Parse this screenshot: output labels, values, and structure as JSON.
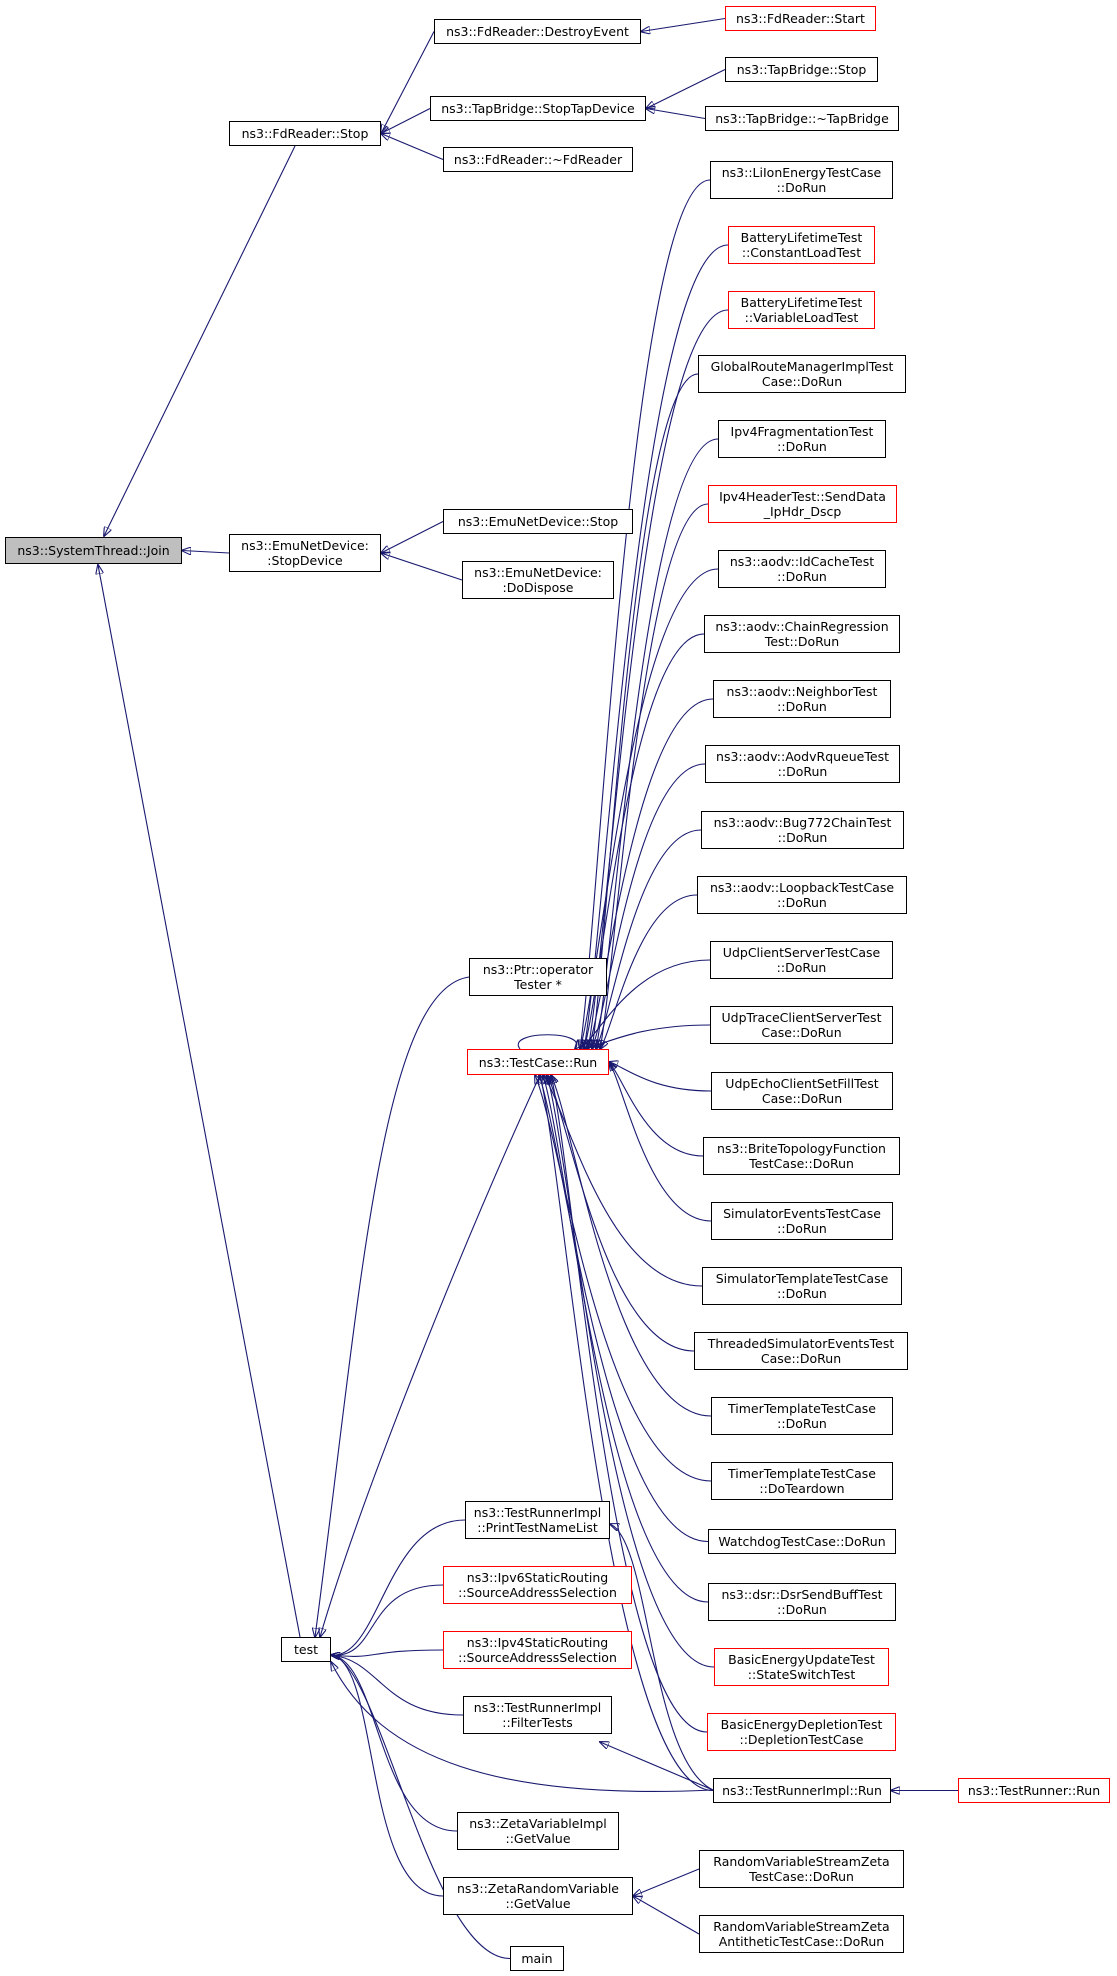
{
  "colors": {
    "edge": "#191970",
    "root_fill": "#bfbfbf",
    "normal_border": "#000000",
    "red_border": "#ff0000"
  },
  "nodes": {
    "root": {
      "l1": "ns3::SystemThread::Join",
      "style": "root"
    },
    "fdstop": {
      "l1": "ns3::FdReader::Stop",
      "style": "normal"
    },
    "destroyevt": {
      "l1": "ns3::FdReader::DestroyEvent",
      "style": "normal"
    },
    "fdstart": {
      "l1": "ns3::FdReader::Start",
      "style": "red"
    },
    "tapstopdev": {
      "l1": "ns3::TapBridge::StopTapDevice",
      "style": "normal"
    },
    "tapstop": {
      "l1": "ns3::TapBridge::Stop",
      "style": "normal"
    },
    "tapdtor": {
      "l1": "ns3::TapBridge::~TapBridge",
      "style": "normal"
    },
    "fddtor": {
      "l1": "ns3::FdReader::~FdReader",
      "style": "normal"
    },
    "emustopdev": {
      "l1": "ns3::EmuNetDevice:",
      "l2": ":StopDevice",
      "style": "normal"
    },
    "emustop": {
      "l1": "ns3::EmuNetDevice::Stop",
      "style": "normal"
    },
    "emudispose": {
      "l1": "ns3::EmuNetDevice:",
      "l2": ":DoDispose",
      "style": "normal"
    },
    "test": {
      "l1": "test",
      "style": "normal"
    },
    "ptrop": {
      "l1": "ns3::Ptr::operator",
      "l2": "Tester *",
      "style": "normal"
    },
    "tcrun": {
      "l1": "ns3::TestCase::Run",
      "style": "red"
    },
    "liion": {
      "l1": "ns3::LiIonEnergyTestCase",
      "l2": "::DoRun",
      "style": "normal"
    },
    "battconst": {
      "l1": "BatteryLifetimeTest",
      "l2": "::ConstantLoadTest",
      "style": "red"
    },
    "battvar": {
      "l1": "BatteryLifetimeTest",
      "l2": "::VariableLoadTest",
      "style": "red"
    },
    "globalroute": {
      "l1": "GlobalRouteManagerImplTest",
      "l2": "Case::DoRun",
      "style": "normal"
    },
    "ipv4frag": {
      "l1": "Ipv4FragmentationTest",
      "l2": "::DoRun",
      "style": "normal"
    },
    "ipv4hdr": {
      "l1": "Ipv4HeaderTest::SendData",
      "l2": "_IpHdr_Dscp",
      "style": "red"
    },
    "idcache": {
      "l1": "ns3::aodv::IdCacheTest",
      "l2": "::DoRun",
      "style": "normal"
    },
    "chainreg": {
      "l1": "ns3::aodv::ChainRegression",
      "l2": "Test::DoRun",
      "style": "normal"
    },
    "neighbor": {
      "l1": "ns3::aodv::NeighborTest",
      "l2": "::DoRun",
      "style": "normal"
    },
    "rqueue": {
      "l1": "ns3::aodv::AodvRqueueTest",
      "l2": "::DoRun",
      "style": "normal"
    },
    "bug772": {
      "l1": "ns3::aodv::Bug772ChainTest",
      "l2": "::DoRun",
      "style": "normal"
    },
    "loopback": {
      "l1": "ns3::aodv::LoopbackTestCase",
      "l2": "::DoRun",
      "style": "normal"
    },
    "udpcs": {
      "l1": "UdpClientServerTestCase",
      "l2": "::DoRun",
      "style": "normal"
    },
    "udptrace": {
      "l1": "UdpTraceClientServerTest",
      "l2": "Case::DoRun",
      "style": "normal"
    },
    "udpecho": {
      "l1": "UdpEchoClientSetFillTest",
      "l2": "Case::DoRun",
      "style": "normal"
    },
    "brite": {
      "l1": "ns3::BriteTopologyFunction",
      "l2": "TestCase::DoRun",
      "style": "normal"
    },
    "simevents": {
      "l1": "SimulatorEventsTestCase",
      "l2": "::DoRun",
      "style": "normal"
    },
    "simtemplate": {
      "l1": "SimulatorTemplateTestCase",
      "l2": "::DoRun",
      "style": "normal"
    },
    "threaded": {
      "l1": "ThreadedSimulatorEventsTest",
      "l2": "Case::DoRun",
      "style": "normal"
    },
    "timerrun": {
      "l1": "TimerTemplateTestCase",
      "l2": "::DoRun",
      "style": "normal"
    },
    "timerteardown": {
      "l1": "TimerTemplateTestCase",
      "l2": "::DoTeardown",
      "style": "normal"
    },
    "watchdog": {
      "l1": "WatchdogTestCase::DoRun",
      "style": "normal"
    },
    "dsr": {
      "l1": "ns3::dsr::DsrSendBuffTest",
      "l2": "::DoRun",
      "style": "normal"
    },
    "basicupdate": {
      "l1": "BasicEnergyUpdateTest",
      "l2": "::StateSwitchTest",
      "style": "red"
    },
    "basicdepletion": {
      "l1": "BasicEnergyDepletionTest",
      "l2": "::DepletionTestCase",
      "style": "red"
    },
    "printlist": {
      "l1": "ns3::TestRunnerImpl",
      "l2": "::PrintTestNameList",
      "style": "normal"
    },
    "ipv6static": {
      "l1": "ns3::Ipv6StaticRouting",
      "l2": "::SourceAddressSelection",
      "style": "red"
    },
    "ipv4static": {
      "l1": "ns3::Ipv4StaticRouting",
      "l2": "::SourceAddressSelection",
      "style": "red"
    },
    "filtertests": {
      "l1": "ns3::TestRunnerImpl",
      "l2": "::FilterTests",
      "style": "normal"
    },
    "trirun": {
      "l1": "ns3::TestRunnerImpl::Run",
      "style": "normal"
    },
    "trrun": {
      "l1": "ns3::TestRunner::Run",
      "style": "red"
    },
    "zetaimpl": {
      "l1": "ns3::ZetaVariableImpl",
      "l2": "::GetValue",
      "style": "normal"
    },
    "zetarand": {
      "l1": "ns3::ZetaRandomVariable",
      "l2": "::GetValue",
      "style": "normal"
    },
    "main": {
      "l1": "main",
      "style": "normal"
    },
    "rvzeta": {
      "l1": "RandomVariableStreamZeta",
      "l2": "TestCase::DoRun",
      "style": "normal"
    },
    "rvzetaanti": {
      "l1": "RandomVariableStreamZeta",
      "l2": "AntitheticTestCase::DoRun",
      "style": "normal"
    }
  }
}
